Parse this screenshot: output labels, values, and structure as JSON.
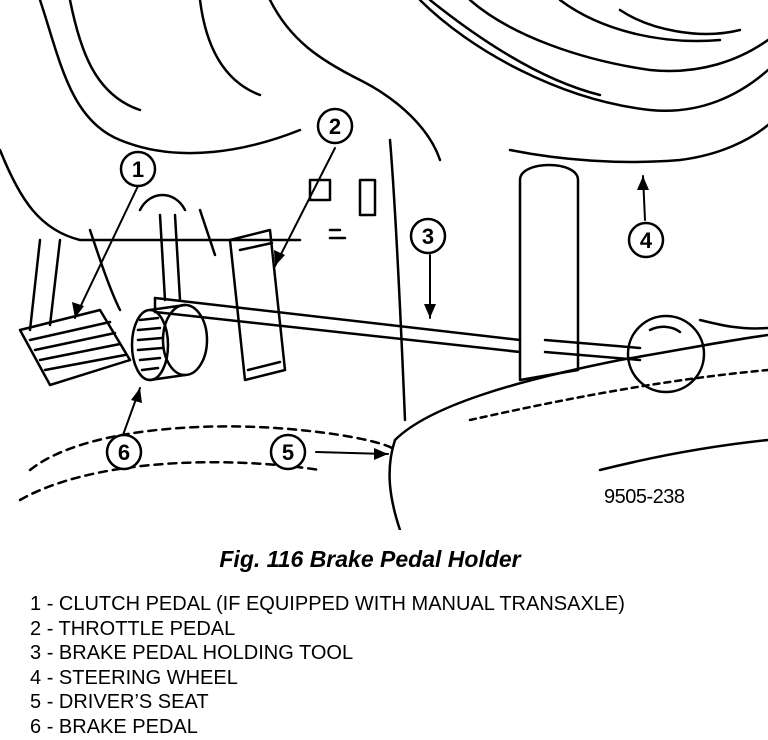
{
  "figure": {
    "code": "9505-238",
    "caption": "Fig. 116 Brake Pedal Holder"
  },
  "callouts": [
    "1",
    "2",
    "3",
    "4",
    "5",
    "6"
  ],
  "legend": [
    {
      "num": "1",
      "text": "- CLUTCH PEDAL (IF EQUIPPED WITH MANUAL TRANSAXLE)"
    },
    {
      "num": "2",
      "text": "- THROTTLE PEDAL"
    },
    {
      "num": "3",
      "text": "- BRAKE PEDAL HOLDING TOOL"
    },
    {
      "num": "4",
      "text": "- STEERING WHEEL"
    },
    {
      "num": "5",
      "text": "- DRIVER’S SEAT"
    },
    {
      "num": "6",
      "text": "- BRAKE PEDAL"
    }
  ]
}
